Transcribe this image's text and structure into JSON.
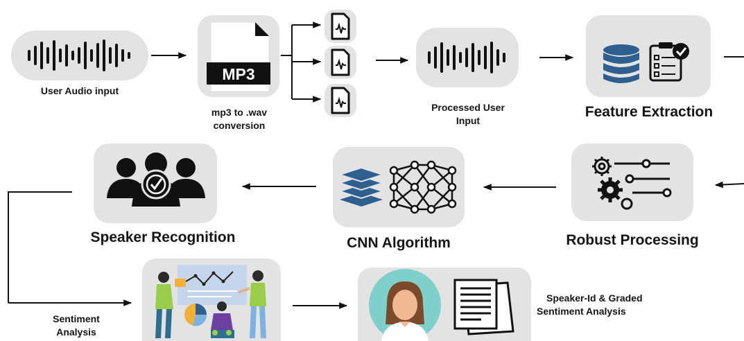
{
  "nodes": {
    "user_audio_input": "User Audio input",
    "mp3_badge": "MP3",
    "mp3_conversion_line1": "mp3 to .wav",
    "mp3_conversion_line2": "conversion",
    "processed_input_line1": "Processed User",
    "processed_input_line2": "Input",
    "feature_extraction": "Feature Extraction",
    "speaker_recognition": "Speaker Recognition",
    "cnn_algorithm": "CNN Algorithm",
    "robust_processing": "Robust Processing",
    "sentiment_line1": "Sentiment",
    "sentiment_line2": "Analysis",
    "output_line1": "Speaker-Id & Graded",
    "output_line2": "Sentiment Analysis"
  },
  "icons": [
    "waveform-icon",
    "mp3-file-icon",
    "wav-file-icon",
    "database-icon",
    "checklist-icon",
    "people-check-icon",
    "layers-icon",
    "neural-network-icon",
    "gears-sliders-icon",
    "analytics-team-illustration",
    "woman-avatar-icon",
    "documents-icon"
  ],
  "colors": {
    "box": "#e3e3e3",
    "accent_blue": "#2e5f8f",
    "text": "#151515"
  }
}
